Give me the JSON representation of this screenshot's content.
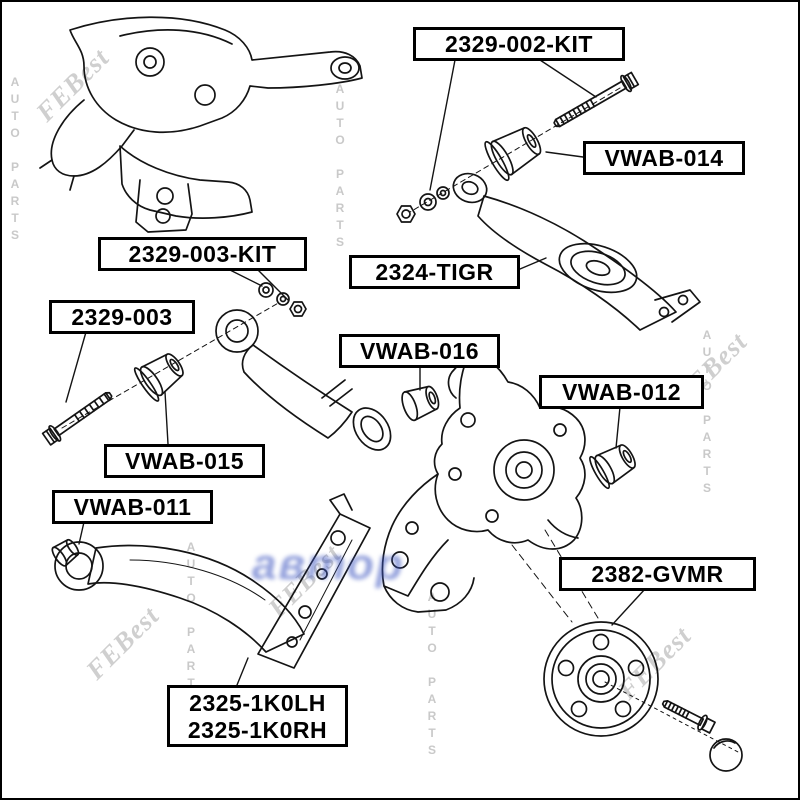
{
  "watermarks": {
    "brand": "FEBest",
    "vertical_text": "AUTO PARTS",
    "center_blue": "автор"
  },
  "labels": {
    "kit002": "2329-002-KIT",
    "vwab014": "VWAB-014",
    "kit003": "2329-003-KIT",
    "tigr": "2324-TIGR",
    "b2329003": "2329-003",
    "vwab016": "VWAB-016",
    "vwab012": "VWAB-012",
    "vwab015": "VWAB-015",
    "vwab011": "VWAB-011",
    "gvmr": "2382-GVMR",
    "trailing_lh": "2325-1K0LH",
    "trailing_rh": "2325-1K0RH"
  },
  "parts": [
    "rear-subframe",
    "arm-bolt",
    "arm-bushing-vwab-014",
    "washer-and-nut-002",
    "rear-lower-control-arm-2324-tigr",
    "washer-and-nut-003",
    "camber-bolt-2329-003",
    "arm-bushing-vwab-015",
    "upper-control-arm",
    "arm-bushing-vwab-016",
    "rear-axle-knuckle",
    "arm-bushing-vwab-012",
    "trailing-arm-2325",
    "arm-bushing-vwab-011",
    "wheel-hub-2382-gvmr",
    "hub-bolt",
    "hub-cap"
  ]
}
